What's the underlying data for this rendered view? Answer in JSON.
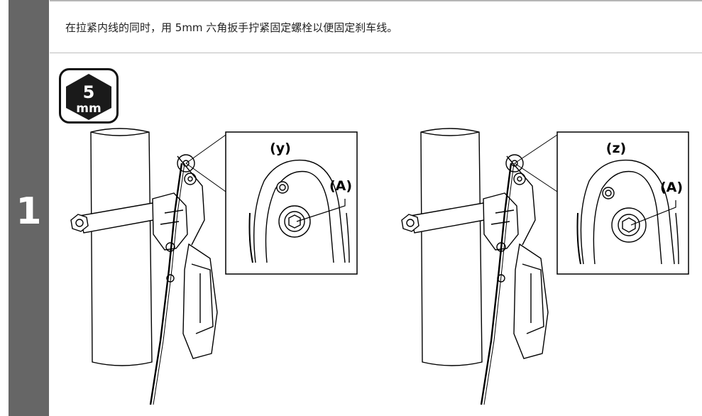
{
  "step": {
    "number": "1"
  },
  "instruction": {
    "text": "在拉紧内线的同时，用 5mm 六角扳手拧紧固定螺栓以便固定刹车线。"
  },
  "tool_badge": {
    "size_number": "5",
    "unit": "mm",
    "icon": "hex-wrench-icon"
  },
  "figures": {
    "left": {
      "zoom_label": "(y)",
      "callout_label": "(A)"
    },
    "right": {
      "zoom_label": "(z)",
      "callout_label": "(A)"
    }
  },
  "colors": {
    "step_bar": "#666666",
    "rule": "#b5b5b5",
    "line_art": "#000000"
  }
}
